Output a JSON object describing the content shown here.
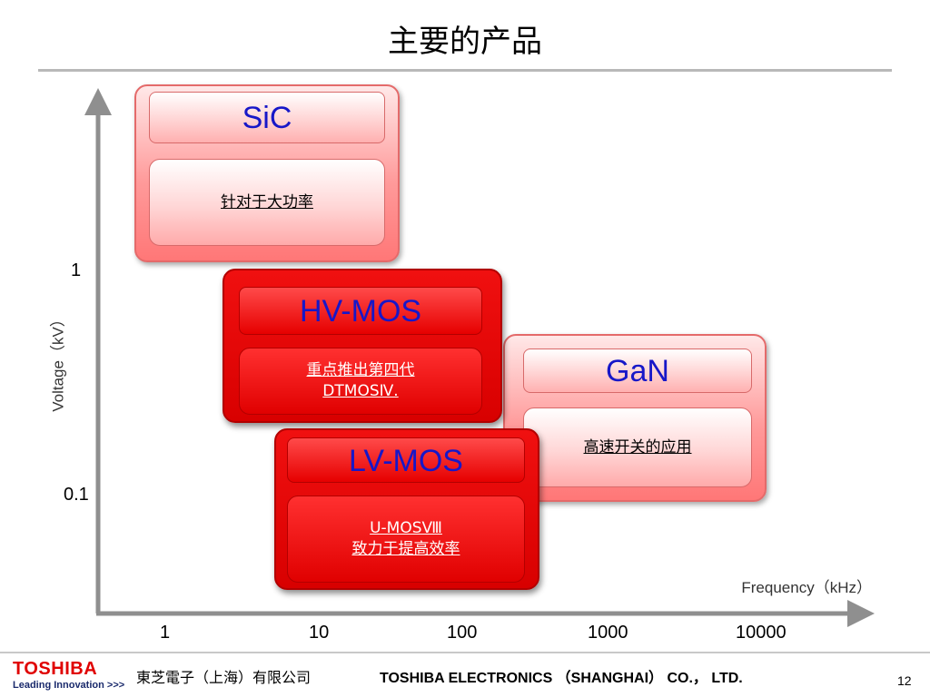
{
  "title": "主要的产品",
  "axes": {
    "y_label": "Voltage（kV）",
    "x_label": "Frequency（kHz）",
    "y_ticks": [
      "1",
      "0.1"
    ],
    "x_ticks": [
      "1",
      "10",
      "100",
      "1000",
      "10000"
    ]
  },
  "products": {
    "sic": {
      "name": "SiC",
      "desc": "针对于大功率"
    },
    "hvmos": {
      "name": "HV-MOS",
      "desc_line1": "重点推出第四代",
      "desc_line2": "DTMOSⅣ."
    },
    "gan": {
      "name": "GaN",
      "desc": "高速开关的应用"
    },
    "lvmos": {
      "name": "LV-MOS",
      "desc_line1": "U-MOSⅧ",
      "desc_line2": "致力于提高效率"
    }
  },
  "colors": {
    "light_panel": "#ff9a9a",
    "dark_panel": "#e00000",
    "header_text": "#1717c8",
    "brand_red": "#e00000"
  },
  "footer": {
    "brand": "TOSHIBA",
    "tagline": "Leading Innovation",
    "tagline_mark": ">>>",
    "company_cn": "東芝電子（上海）有限公司",
    "company_en": "TOSHIBA ELECTRONICS （SHANGHAI） CO.， LTD.",
    "page_number": "12"
  }
}
